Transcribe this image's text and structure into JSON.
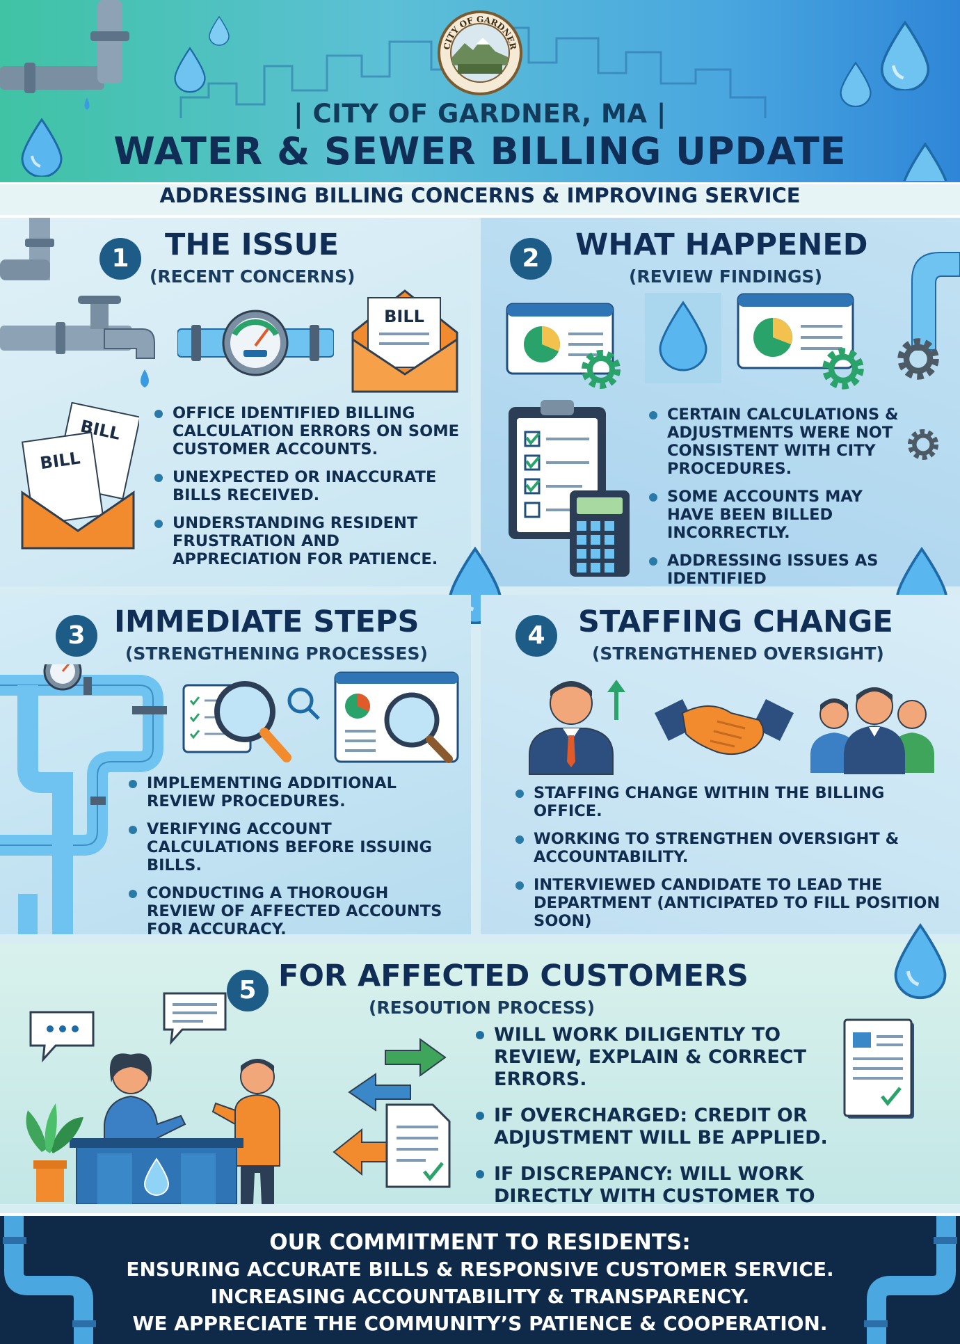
{
  "header": {
    "seal_text": "CITY OF GARDNER",
    "city_name": "| CITY OF GARDNER, MA |",
    "title": "WATER & SEWER BILLING UPDATE",
    "subtitle": "ADDRESSING BILLING CONCERNS & IMPROVING SERVICE"
  },
  "sections": [
    {
      "number": "1",
      "title": "THE ISSUE",
      "subtitle": "(RECENT CONCERNS)",
      "bill_labels": [
        "BILL",
        "BILL",
        "BILL"
      ],
      "bullets": [
        "OFFICE IDENTIFIED BILLING CALCULATION ERRORS ON SOME CUSTOMER ACCOUNTS.",
        "UNEXPECTED OR INACCURATE BILLS RECEIVED.",
        "UNDERSTANDING RESIDENT FRUSTRATION AND APPRECIATION FOR PATIENCE."
      ]
    },
    {
      "number": "2",
      "title": "WHAT HAPPENED",
      "subtitle": "(REVIEW FINDINGS)",
      "bullets": [
        "CERTAIN CALCULATIONS & ADJUSTMENTS WERE NOT CONSISTENT WITH CITY PROCEDURES.",
        "SOME ACCOUNTS MAY HAVE BEEN BILLED INCORRECTLY.",
        "ADDRESSING ISSUES AS IDENTIFIED"
      ]
    },
    {
      "number": "3",
      "title": "IMMEDIATE STEPS",
      "subtitle": "(STRENGTHENING PROCESSES)",
      "bullets": [
        "IMPLEMENTING ADDITIONAL REVIEW PROCEDURES.",
        "VERIFYING ACCOUNT CALCULATIONS BEFORE ISSUING BILLS.",
        "CONDUCTING A THOROUGH REVIEW OF AFFECTED ACCOUNTS FOR ACCURACY."
      ]
    },
    {
      "number": "4",
      "title": "STAFFING CHANGE",
      "subtitle": "(STRENGTHENED OVERSIGHT)",
      "bullets": [
        "STAFFING CHANGE WITHIN THE BILLING OFFICE.",
        "WORKING TO STRENGTHEN OVERSIGHT & ACCOUNTABILITY.",
        "INTERVIEWED CANDIDATE TO LEAD THE DEPARTMENT (ANTICIPATED TO FILL POSITION SOON)"
      ]
    },
    {
      "number": "5",
      "title": "FOR AFFECTED CUSTOMERS",
      "subtitle": "(RESOUTION PROCESS)",
      "bullets": [
        "WILL WORK DILIGENTLY TO REVIEW, EXPLAIN & CORRECT ERRORS.",
        "IF OVERCHARGED: CREDIT OR ADJUSTMENT WILL BE APPLIED.",
        "IF DISCREPANCY: WILL WORK DIRECTLY WITH CUSTOMER TO ANSWER QUESTIONS."
      ]
    }
  ],
  "footer": {
    "heading": "OUR COMMITMENT TO RESIDENTS:",
    "lines": [
      "ENSURING ACCURATE BILLS & RESPONSIVE CUSTOMER SERVICE.",
      "INCREASING ACCOUNTABILITY & TRANSPARENCY.",
      "WE APPRECIATE THE COMMUNITY’S PATIENCE & COOPERATION."
    ]
  },
  "colors": {
    "navy": "#0f2d55",
    "badge": "#1c5c86",
    "water_blue": "#4aa7df",
    "teal": "#3fc3a4",
    "orange": "#f28a2e",
    "footer_bg": "#0f2a48"
  },
  "icons": [
    "water-drop-icon",
    "pipe-icon",
    "faucet-icon",
    "water-meter-icon",
    "envelope-bill-icon",
    "dashboard-chart-icon",
    "gear-icon",
    "checklist-clipboard-icon",
    "calculator-icon",
    "magnifier-icon",
    "manager-icon",
    "handshake-icon",
    "team-icon",
    "chat-bubble-icon",
    "arrow-icon",
    "document-check-icon",
    "plant-icon"
  ]
}
